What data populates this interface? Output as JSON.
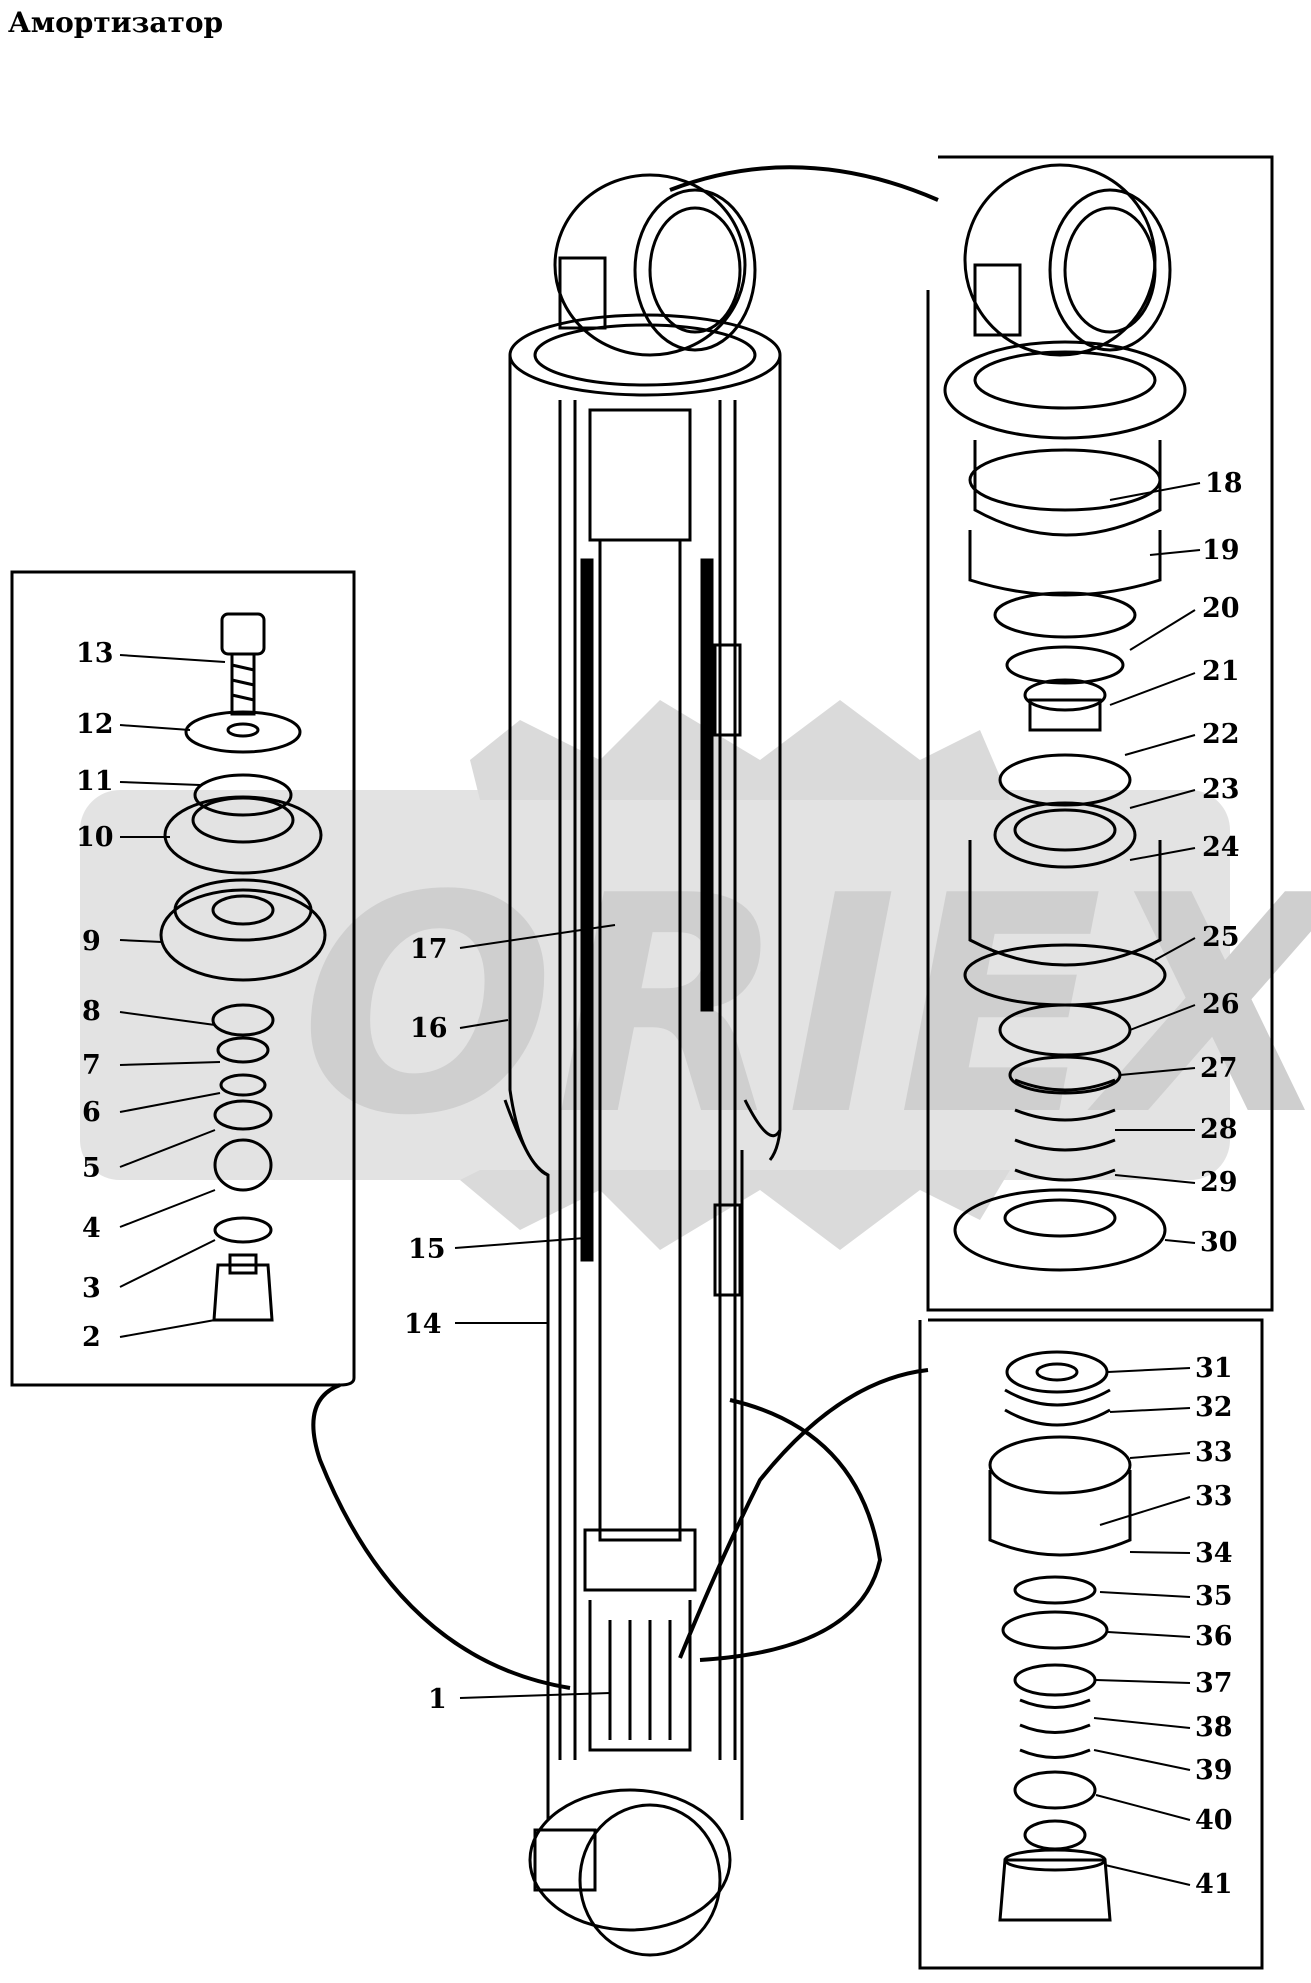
{
  "title": "Амортизатор",
  "watermark": "ORIEX",
  "colors": {
    "line": "#000000",
    "watermark": "#d4d4d4",
    "background": "#ffffff"
  },
  "callouts": {
    "n1": "1",
    "n2": "2",
    "n3": "3",
    "n4": "4",
    "n5": "5",
    "n6": "6",
    "n7": "7",
    "n8": "8",
    "n9": "9",
    "n10": "10",
    "n11": "11",
    "n12": "12",
    "n13": "13",
    "n14": "14",
    "n15": "15",
    "n16": "16",
    "n17": "17",
    "n18": "18",
    "n19": "19",
    "n20": "20",
    "n21": "21",
    "n22": "22",
    "n23": "23",
    "n24": "24",
    "n25": "25",
    "n26": "26",
    "n27": "27",
    "n28": "28",
    "n29": "29",
    "n30": "30",
    "n31": "31",
    "n32": "32",
    "n33a": "33",
    "n33b": "33",
    "n34": "34",
    "n35": "35",
    "n36": "36",
    "n37": "37",
    "n38": "38",
    "n39": "39",
    "n40": "40",
    "n41": "41"
  }
}
